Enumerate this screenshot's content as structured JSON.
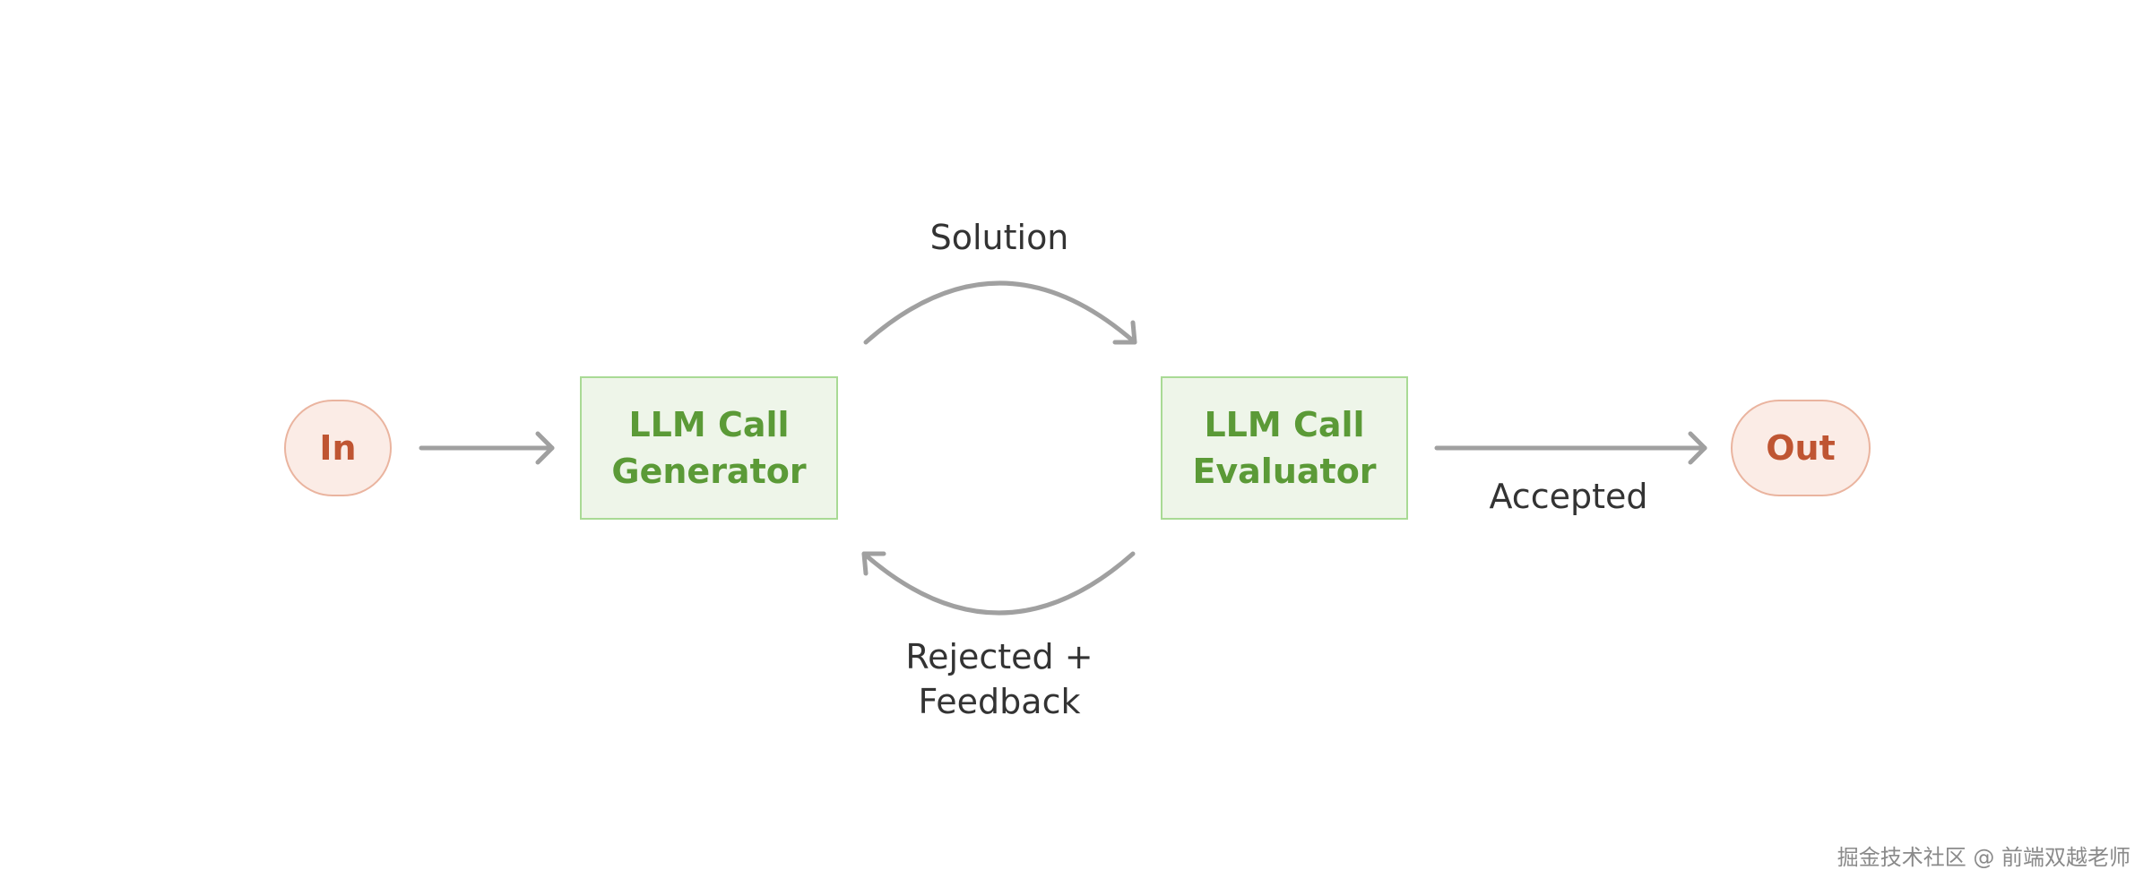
{
  "nodes": {
    "input": {
      "label": "In"
    },
    "generator": {
      "line1": "LLM Call",
      "line2": "Generator"
    },
    "evaluator": {
      "line1": "LLM Call",
      "line2": "Evaluator"
    },
    "output": {
      "label": "Out"
    }
  },
  "edges": {
    "solution": {
      "label": "Solution"
    },
    "feedback": {
      "line1": "Rejected +",
      "line2": "Feedback"
    },
    "accepted": {
      "label": "Accepted"
    }
  },
  "colors": {
    "terminal_fill": "#fbece6",
    "terminal_border": "#eab49f",
    "terminal_text": "#bf5532",
    "llm_fill": "#eef5e9",
    "llm_border": "#a9da95",
    "llm_text": "#5b9a37",
    "arrow": "#a0a0a0",
    "label_text": "#333333"
  },
  "watermark": {
    "text": "掘金技术社区 @ 前端双越老师"
  }
}
